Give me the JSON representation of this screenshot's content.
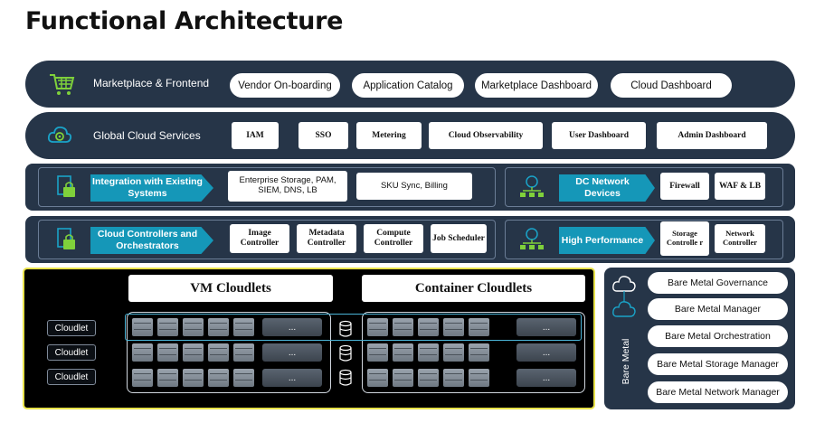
{
  "title": "Functional Architecture",
  "marketplace": {
    "label": "Marketplace & Frontend",
    "icon": "shopping-cart-icon",
    "items": [
      "Vendor On-boarding",
      "Application Catalog",
      "Marketplace Dashboard",
      "Cloud Dashboard"
    ]
  },
  "global": {
    "label": "Global Cloud Services",
    "icon": "cloud-gear-icon",
    "items": [
      "IAM",
      "SSO",
      "Metering",
      "Cloud Observability",
      "User Dashboard",
      "Admin Dashboard"
    ]
  },
  "integration": {
    "tag": "Integration with Existing Systems",
    "icon": "lock-document-icon",
    "items": [
      "Enterprise Storage, PAM, SIEM, DNS, LB",
      "SKU Sync, Billing"
    ]
  },
  "dcnetwork": {
    "tag": "DC Network Devices",
    "icon": "network-tree-icon",
    "items": [
      "Firewall",
      "WAF & LB"
    ]
  },
  "controllers": {
    "tag": "Cloud Controllers and Orchestrators",
    "icon": "lock-document-icon",
    "items": [
      "Image Controller",
      "Metadata Controller",
      "Compute Controller",
      "Job Scheduler"
    ]
  },
  "performance": {
    "tag": "High Performance",
    "icon": "network-tree-icon",
    "items": [
      "Storage Controlle r",
      "Network Controller"
    ]
  },
  "cloudlets": {
    "vm_title": "VM Cloudlets",
    "container_title": "Container Cloudlets",
    "rows": [
      "Cloudlet",
      "Cloudlet",
      "Cloudlet"
    ],
    "ellipsis": "..."
  },
  "baremetal": {
    "vertical_label": "Bare Metal",
    "icon": "cloud-icon",
    "items": [
      "Bare Metal Governance",
      "Bare Metal Manager",
      "Bare Metal Orchestration",
      "Bare Metal Storage Manager",
      "Bare Metal Network Manager"
    ]
  },
  "colors": {
    "band": "#263548",
    "accent": "#1597b8",
    "highlight": "#e8e24a",
    "icon_green": "#7fd13b"
  }
}
